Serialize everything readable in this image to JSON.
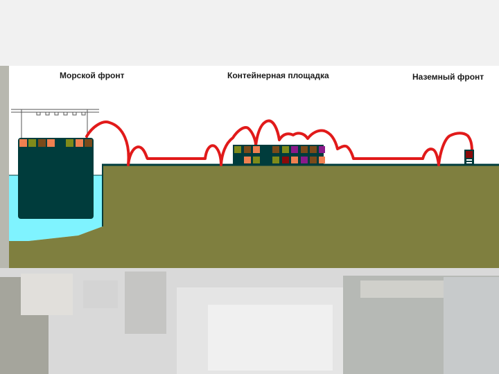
{
  "labels": {
    "sea_front": "Морской фронт",
    "container_yard": "Контейнерная площадка",
    "land_front": "Наземный фронт"
  },
  "colors": {
    "panel": "#ffffff",
    "water": "#7ff3ff",
    "ground": "#7f7f3f",
    "ship_hull": "#003c3c",
    "stack": "#003c3c",
    "route": "#e11a1a",
    "container_orange": "#f08050",
    "container_olive": "#7f8a1a",
    "container_brown": "#7a4a1a",
    "container_purple": "#8a1a8a",
    "container_red": "#8a0a0a",
    "background": "#e8e8e8"
  },
  "icons": {
    "crane": "gantry-crane-icon",
    "ship": "ship-icon",
    "truck": "truck-icon"
  }
}
